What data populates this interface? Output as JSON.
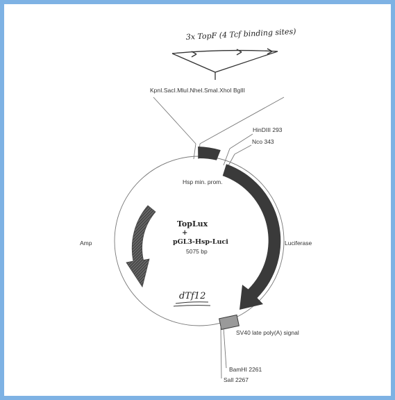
{
  "plasmid": {
    "name_line1": "TopLux",
    "name_plus": "+",
    "name_line2": "pGL3-Hsp-Luci",
    "size": "5075 bp"
  },
  "handwritten": {
    "top_note": "3x TopF (4 Tcf binding sites)",
    "bottom_note": "dTf12"
  },
  "features": {
    "mcs": "KpnI.SacI.MluI.NheI.SmaI.XhoI BglII",
    "hindiii": "HinDIII 293",
    "nco": "Nco 343",
    "hsp": "Hsp min. prom.",
    "luciferase": "Luciferase",
    "amp": "Amp",
    "sv40": "SV40 late poly(A) signal",
    "bamhi": "BamHI 2261",
    "sali": "SalI 2267"
  },
  "colors": {
    "frame": "#7eb2e4",
    "line": "#777777",
    "arrow": "#3a3a3a",
    "hatch": "#555555",
    "sv40_box": "#9a9a9a"
  }
}
